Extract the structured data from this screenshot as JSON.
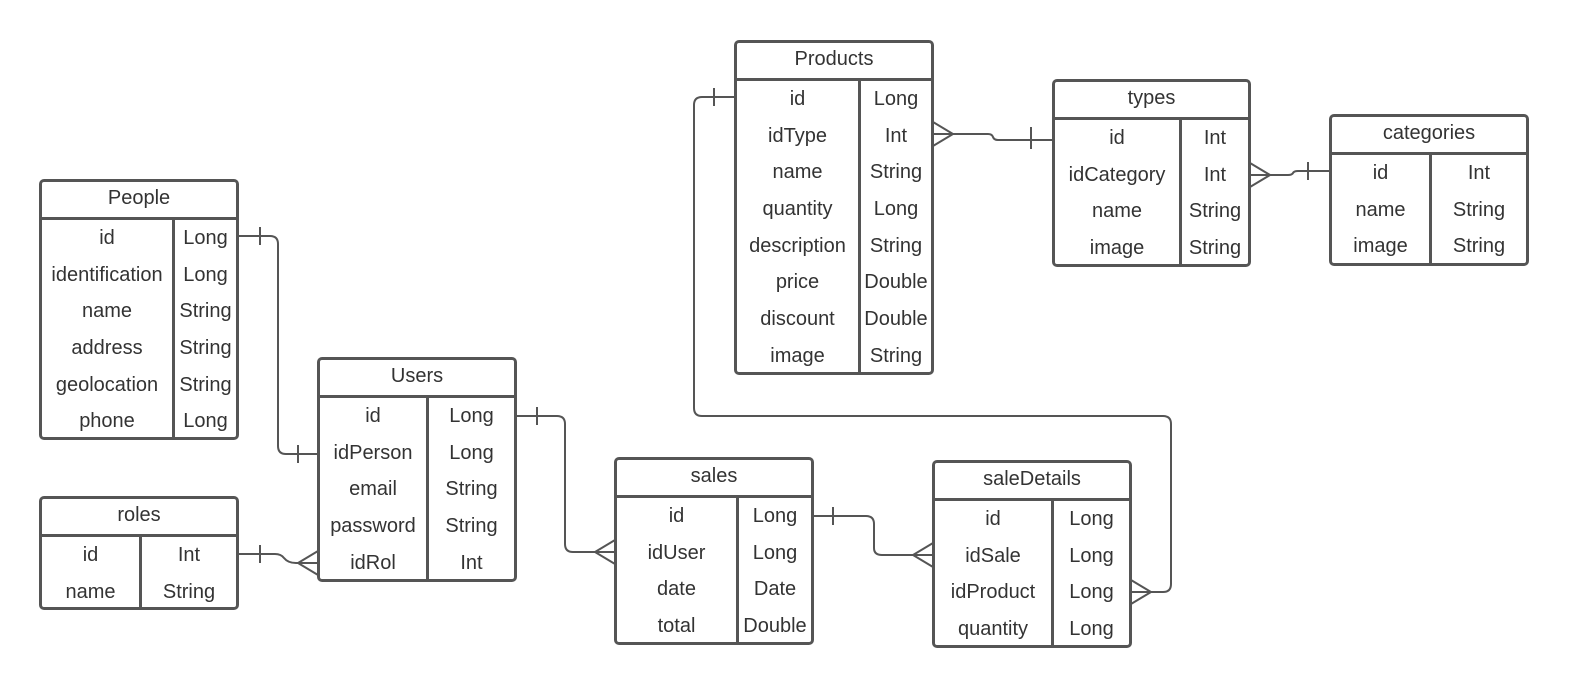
{
  "entities": {
    "people": {
      "title": "People",
      "fields": [
        [
          "id",
          "Long"
        ],
        [
          "identification",
          "Long"
        ],
        [
          "name",
          "String"
        ],
        [
          "address",
          "String"
        ],
        [
          "geolocation",
          "String"
        ],
        [
          "phone",
          "Long"
        ]
      ]
    },
    "roles": {
      "title": "roles",
      "fields": [
        [
          "id",
          "Int"
        ],
        [
          "name",
          "String"
        ]
      ]
    },
    "users": {
      "title": "Users",
      "fields": [
        [
          "id",
          "Long"
        ],
        [
          "idPerson",
          "Long"
        ],
        [
          "email",
          "String"
        ],
        [
          "password",
          "String"
        ],
        [
          "idRol",
          "Int"
        ]
      ]
    },
    "sales": {
      "title": "sales",
      "fields": [
        [
          "id",
          "Long"
        ],
        [
          "idUser",
          "Long"
        ],
        [
          "date",
          "Date"
        ],
        [
          "total",
          "Double"
        ]
      ]
    },
    "saleDetails": {
      "title": "saleDetails",
      "fields": [
        [
          "id",
          "Long"
        ],
        [
          "idSale",
          "Long"
        ],
        [
          "idProduct",
          "Long"
        ],
        [
          "quantity",
          "Long"
        ]
      ]
    },
    "products": {
      "title": "Products",
      "fields": [
        [
          "id",
          "Long"
        ],
        [
          "idType",
          "Int"
        ],
        [
          "name",
          "String"
        ],
        [
          "quantity",
          "Long"
        ],
        [
          "description",
          "String"
        ],
        [
          "price",
          "Double"
        ],
        [
          "discount",
          "Double"
        ],
        [
          "image",
          "String"
        ]
      ]
    },
    "types": {
      "title": "types",
      "fields": [
        [
          "id",
          "Int"
        ],
        [
          "idCategory",
          "Int"
        ],
        [
          "name",
          "String"
        ],
        [
          "image",
          "String"
        ]
      ]
    },
    "categories": {
      "title": "categories",
      "fields": [
        [
          "id",
          "Int"
        ],
        [
          "name",
          "String"
        ],
        [
          "image",
          "String"
        ]
      ]
    }
  },
  "relationships": [
    {
      "from": "People.id",
      "to": "Users.idPerson",
      "cardinality": "one-to-one"
    },
    {
      "from": "roles.id",
      "to": "Users.idRol",
      "cardinality": "one-to-many"
    },
    {
      "from": "Users.id",
      "to": "sales.idUser",
      "cardinality": "one-to-many"
    },
    {
      "from": "sales.id",
      "to": "saleDetails.idSale",
      "cardinality": "one-to-many"
    },
    {
      "from": "Products.id",
      "to": "saleDetails.idProduct",
      "cardinality": "one-to-many"
    },
    {
      "from": "types.id",
      "to": "Products.idType",
      "cardinality": "one-to-many"
    },
    {
      "from": "categories.id",
      "to": "types.idCategory",
      "cardinality": "one-to-many"
    }
  ]
}
